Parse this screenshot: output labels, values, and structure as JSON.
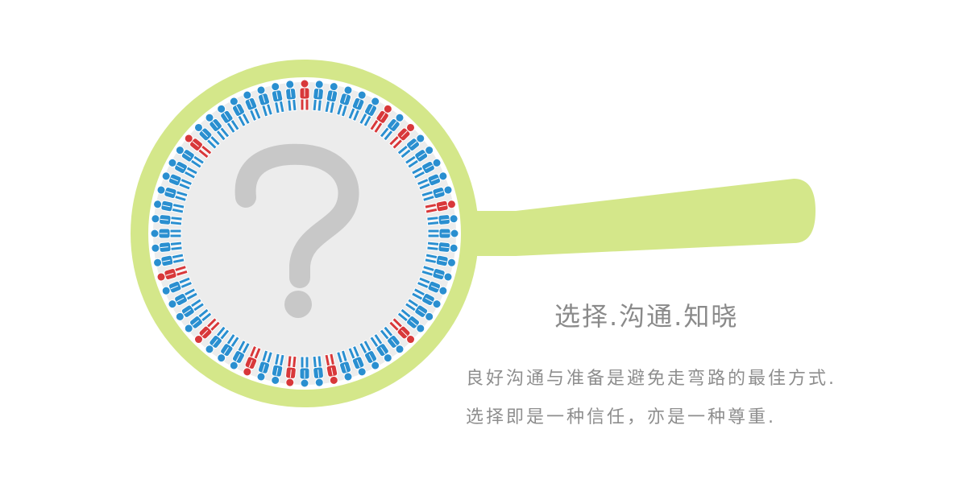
{
  "heading": "选择.沟通.知晓",
  "lines": [
    "良好沟通与准备是避免走弯路的最佳方式.",
    "选择即是一种信任，亦是一种尊重."
  ],
  "illustration": {
    "symbol": "?",
    "figure_count": 64,
    "red_figures": [
      0,
      6,
      8,
      14,
      24,
      30,
      33,
      36,
      40,
      45,
      55
    ],
    "colors": {
      "ring": "#d4e78a",
      "disk": "#ececec",
      "blue": "#2a8fd0",
      "red": "#d8383a",
      "question": "#c8c8c8",
      "text": "#8a8a8a"
    }
  }
}
